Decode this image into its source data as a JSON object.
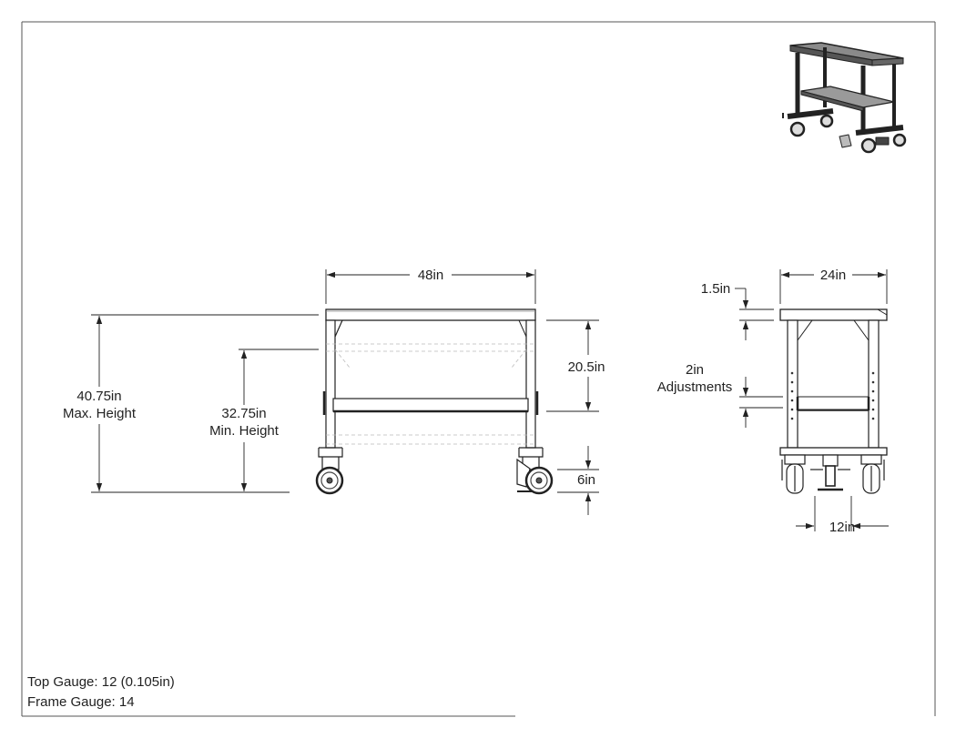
{
  "drawing": {
    "front_view": {
      "width_label": "48in",
      "max_height_value": "40.75in",
      "max_height_caption": "Max. Height",
      "min_height_value": "32.75in",
      "min_height_caption": "Min. Height",
      "shelf_spacing_label": "20.5in",
      "caster_height_label": "6in"
    },
    "side_view": {
      "width_label": "24in",
      "top_thickness_label": "1.5in",
      "adjust_value": "2in",
      "adjust_caption": "Adjustments",
      "caster_spacing_label": "12in"
    },
    "notes": {
      "top_gauge": "Top Gauge: 12 (0.105in)",
      "frame_gauge": "Frame Gauge: 14"
    }
  }
}
